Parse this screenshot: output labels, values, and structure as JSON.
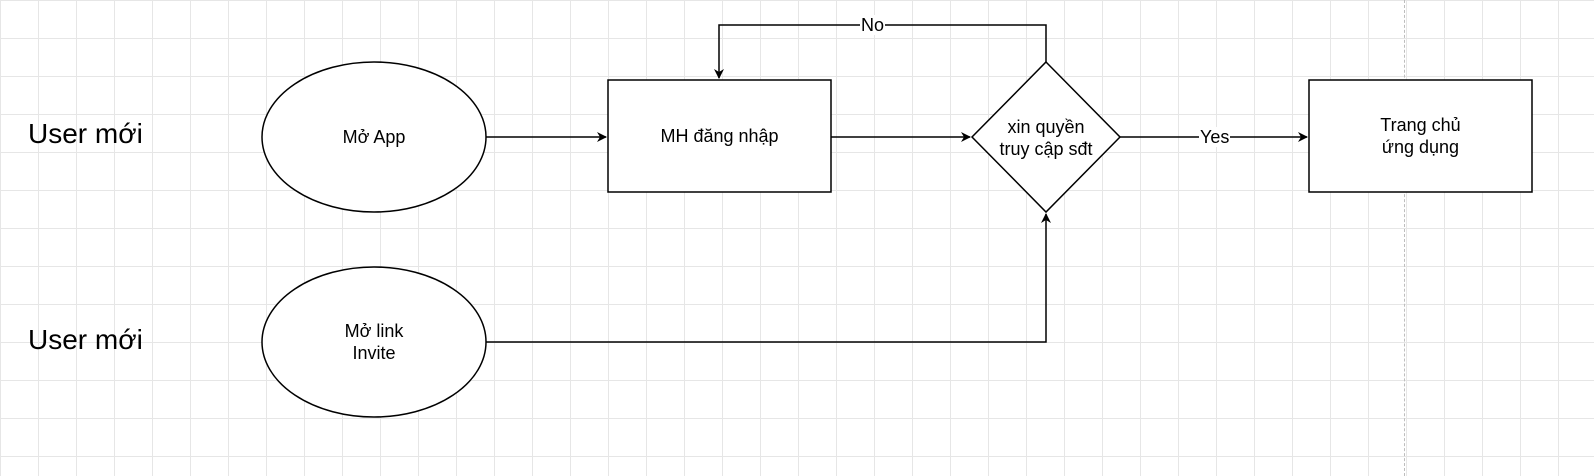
{
  "lanes": {
    "top_label": "User mới",
    "bottom_label": "User mới"
  },
  "nodes": {
    "open_app": "Mở App",
    "open_invite": "Mở link\nInvite",
    "login_screen": "MH đăng nhập",
    "permission": "xin quyền\ntruy cập sđt",
    "home": "Trang chủ\nứng dụng"
  },
  "edges": {
    "no_label": "No",
    "yes_label": "Yes"
  },
  "colors": {
    "stroke": "#000000",
    "fill": "#ffffff",
    "grid": "#e6e6e6"
  }
}
